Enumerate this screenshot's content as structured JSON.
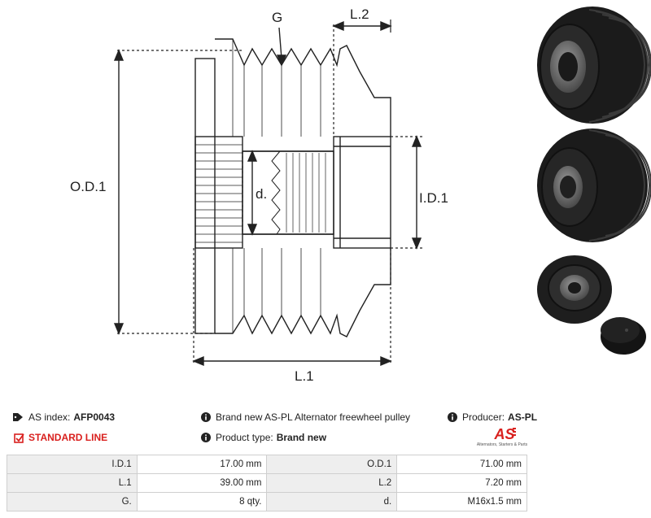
{
  "dimensions": {
    "od1": "O.D.1",
    "id1": "I.D.1",
    "l1": "L.1",
    "l2": "L.2",
    "g": "G",
    "d": "d."
  },
  "info": {
    "as_index_label": "AS index:",
    "as_index_value": "AFP0043",
    "standard_line": "STANDARD LINE",
    "description": "Brand new AS-PL Alternator freewheel pulley",
    "product_type_label": "Product type:",
    "product_type_value": "Brand new",
    "producer_label": "Producer:",
    "producer_value": "AS-PL",
    "brand_logo_text": "AS",
    "brand_tagline": "Alternators, Starters & Parts"
  },
  "specs": [
    [
      "I.D.1",
      "17.00 mm",
      "O.D.1",
      "71.00 mm"
    ],
    [
      "L.1",
      "39.00 mm",
      "L.2",
      "7.20 mm"
    ],
    [
      "G.",
      "8 qty.",
      "d.",
      "M16x1.5 mm"
    ]
  ],
  "icons": {
    "tag": "tag-icon",
    "check": "checkbox-icon",
    "info": "info-icon"
  },
  "colors": {
    "accent": "#d9201e",
    "table_key_bg": "#eeeeee",
    "border": "#cfcfcf"
  }
}
